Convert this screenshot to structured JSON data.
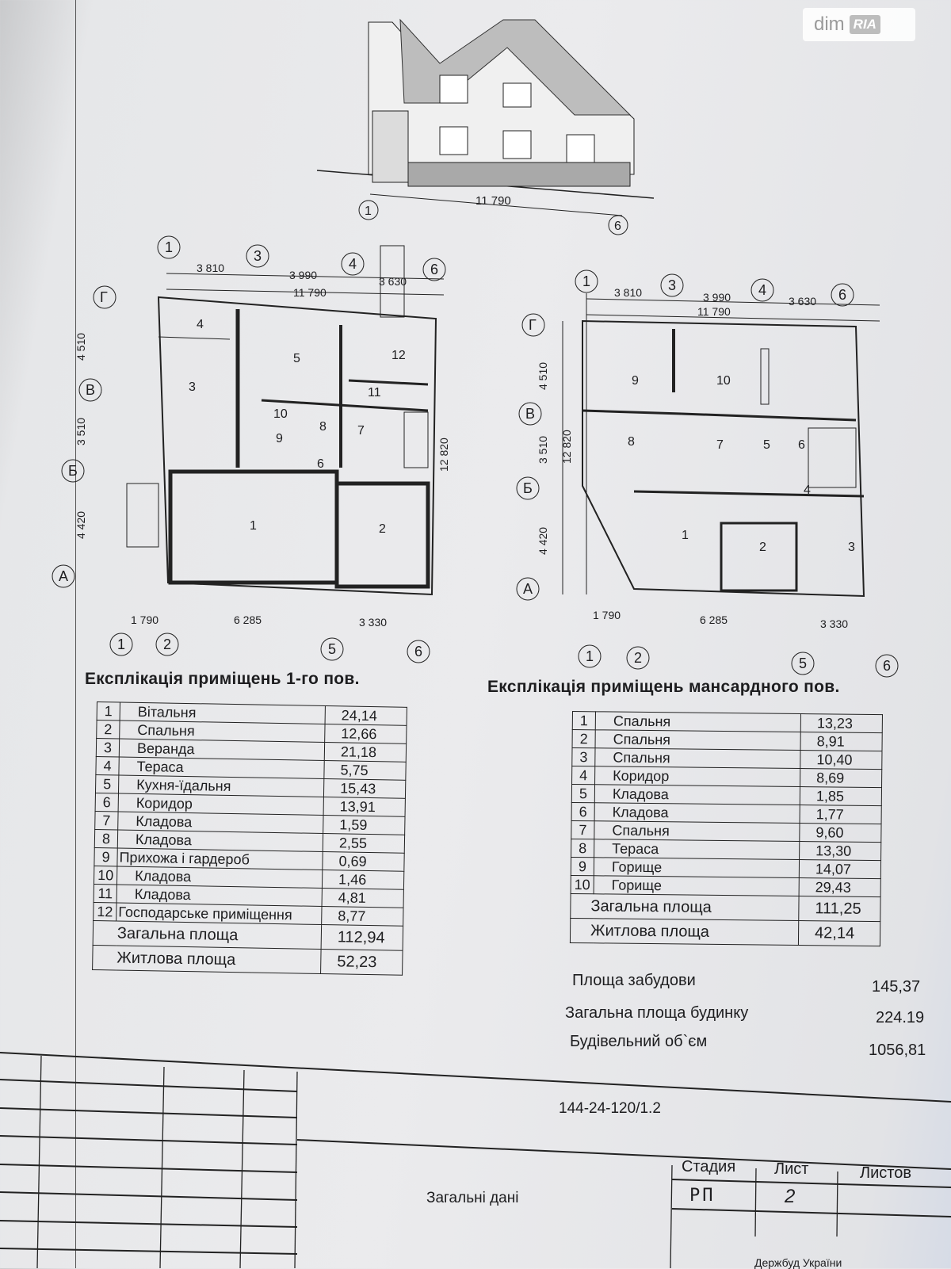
{
  "watermark": {
    "brand": "dim",
    "badge": "RIA"
  },
  "elevation": {
    "dimension": "11 790",
    "axis_left": "1",
    "axis_right": "6"
  },
  "plan1": {
    "top_dims": [
      "3 810",
      "3 990",
      "3 630"
    ],
    "top_total": "11 790",
    "top_axes": [
      "1",
      "3",
      "4",
      "6"
    ],
    "left_dims": [
      "4 510",
      "3 510",
      "4 420"
    ],
    "right_total": "12 820",
    "left_axes": [
      "Г",
      "В",
      "Б",
      "А"
    ],
    "bottom_dims": [
      "1 790",
      "6 285",
      "3 330"
    ],
    "bottom_axes": [
      "1",
      "2",
      "5",
      "6"
    ],
    "rooms": [
      "1",
      "2",
      "3",
      "4",
      "5",
      "6",
      "7",
      "8",
      "9",
      "10",
      "11",
      "12"
    ]
  },
  "plan2": {
    "top_dims": [
      "3 810",
      "3 990",
      "3 630"
    ],
    "top_total": "11 790",
    "top_axes": [
      "1",
      "3",
      "4",
      "6"
    ],
    "left_dims": [
      "4 510",
      "3 510",
      "4 420"
    ],
    "left_total": "12 820",
    "left_axes": [
      "Г",
      "В",
      "Б",
      "А"
    ],
    "bottom_dims": [
      "1 790",
      "6 285",
      "3 330"
    ],
    "bottom_axes": [
      "1",
      "2",
      "5",
      "6"
    ],
    "rooms": [
      "1",
      "2",
      "3",
      "4",
      "5",
      "6",
      "7",
      "8",
      "9",
      "10"
    ]
  },
  "table1": {
    "title": "Експлікація приміщень 1-го пов.",
    "rows": [
      {
        "n": "1",
        "name": "Вітальня",
        "area": "24,14"
      },
      {
        "n": "2",
        "name": "Спальня",
        "area": "12,66"
      },
      {
        "n": "3",
        "name": "Веранда",
        "area": "21,18"
      },
      {
        "n": "4",
        "name": "Тераса",
        "area": "5,75"
      },
      {
        "n": "5",
        "name": "Кухня-їдальня",
        "area": "15,43"
      },
      {
        "n": "6",
        "name": "Коридор",
        "area": "13,91"
      },
      {
        "n": "7",
        "name": "Кладова",
        "area": "1,59"
      },
      {
        "n": "8",
        "name": "Кладова",
        "area": "2,55"
      },
      {
        "n": "9",
        "name": "Прихожа і гардероб",
        "area": "0,69"
      },
      {
        "n": "10",
        "name": "Кладова",
        "area": "1,46"
      },
      {
        "n": "11",
        "name": "Кладова",
        "area": "4,81"
      },
      {
        "n": "12",
        "name": "Господарське приміщення",
        "area": "8,77"
      }
    ],
    "total_label": "Загальна площа",
    "total": "112,94",
    "living_label": "Житлова площа",
    "living": "52,23"
  },
  "table2": {
    "title": "Експлікація приміщень мансардного пов.",
    "rows": [
      {
        "n": "1",
        "name": "Спальня",
        "area": "13,23"
      },
      {
        "n": "2",
        "name": "Спальня",
        "area": "8,91"
      },
      {
        "n": "3",
        "name": "Спальня",
        "area": "10,40"
      },
      {
        "n": "4",
        "name": "Коридор",
        "area": "8,69"
      },
      {
        "n": "5",
        "name": "Кладова",
        "area": "1,85"
      },
      {
        "n": "6",
        "name": "Кладова",
        "area": "1,77"
      },
      {
        "n": "7",
        "name": "Спальня",
        "area": "9,60"
      },
      {
        "n": "8",
        "name": "Тераса",
        "area": "13,30"
      },
      {
        "n": "9",
        "name": "Горище",
        "area": "14,07"
      },
      {
        "n": "10",
        "name": "Горище",
        "area": "29,43"
      }
    ],
    "total_label": "Загальна площа",
    "total": "111,25",
    "living_label": "Житлова площа",
    "living": "42,14"
  },
  "summary": [
    {
      "label": "Площа забудови",
      "value": "145,37"
    },
    {
      "label": "Загальна площа будинку",
      "value": "224.19"
    },
    {
      "label": "Будівельний об`єм",
      "value": "1056,81"
    }
  ],
  "stamp": {
    "code": "144-24-120/1.2",
    "name": "Загальні дані",
    "stage_label": "Стадия",
    "sheet_label": "Лист",
    "sheets_label": "Листов",
    "stage": "РП",
    "sheet": "2",
    "org": "Держбуд України"
  }
}
